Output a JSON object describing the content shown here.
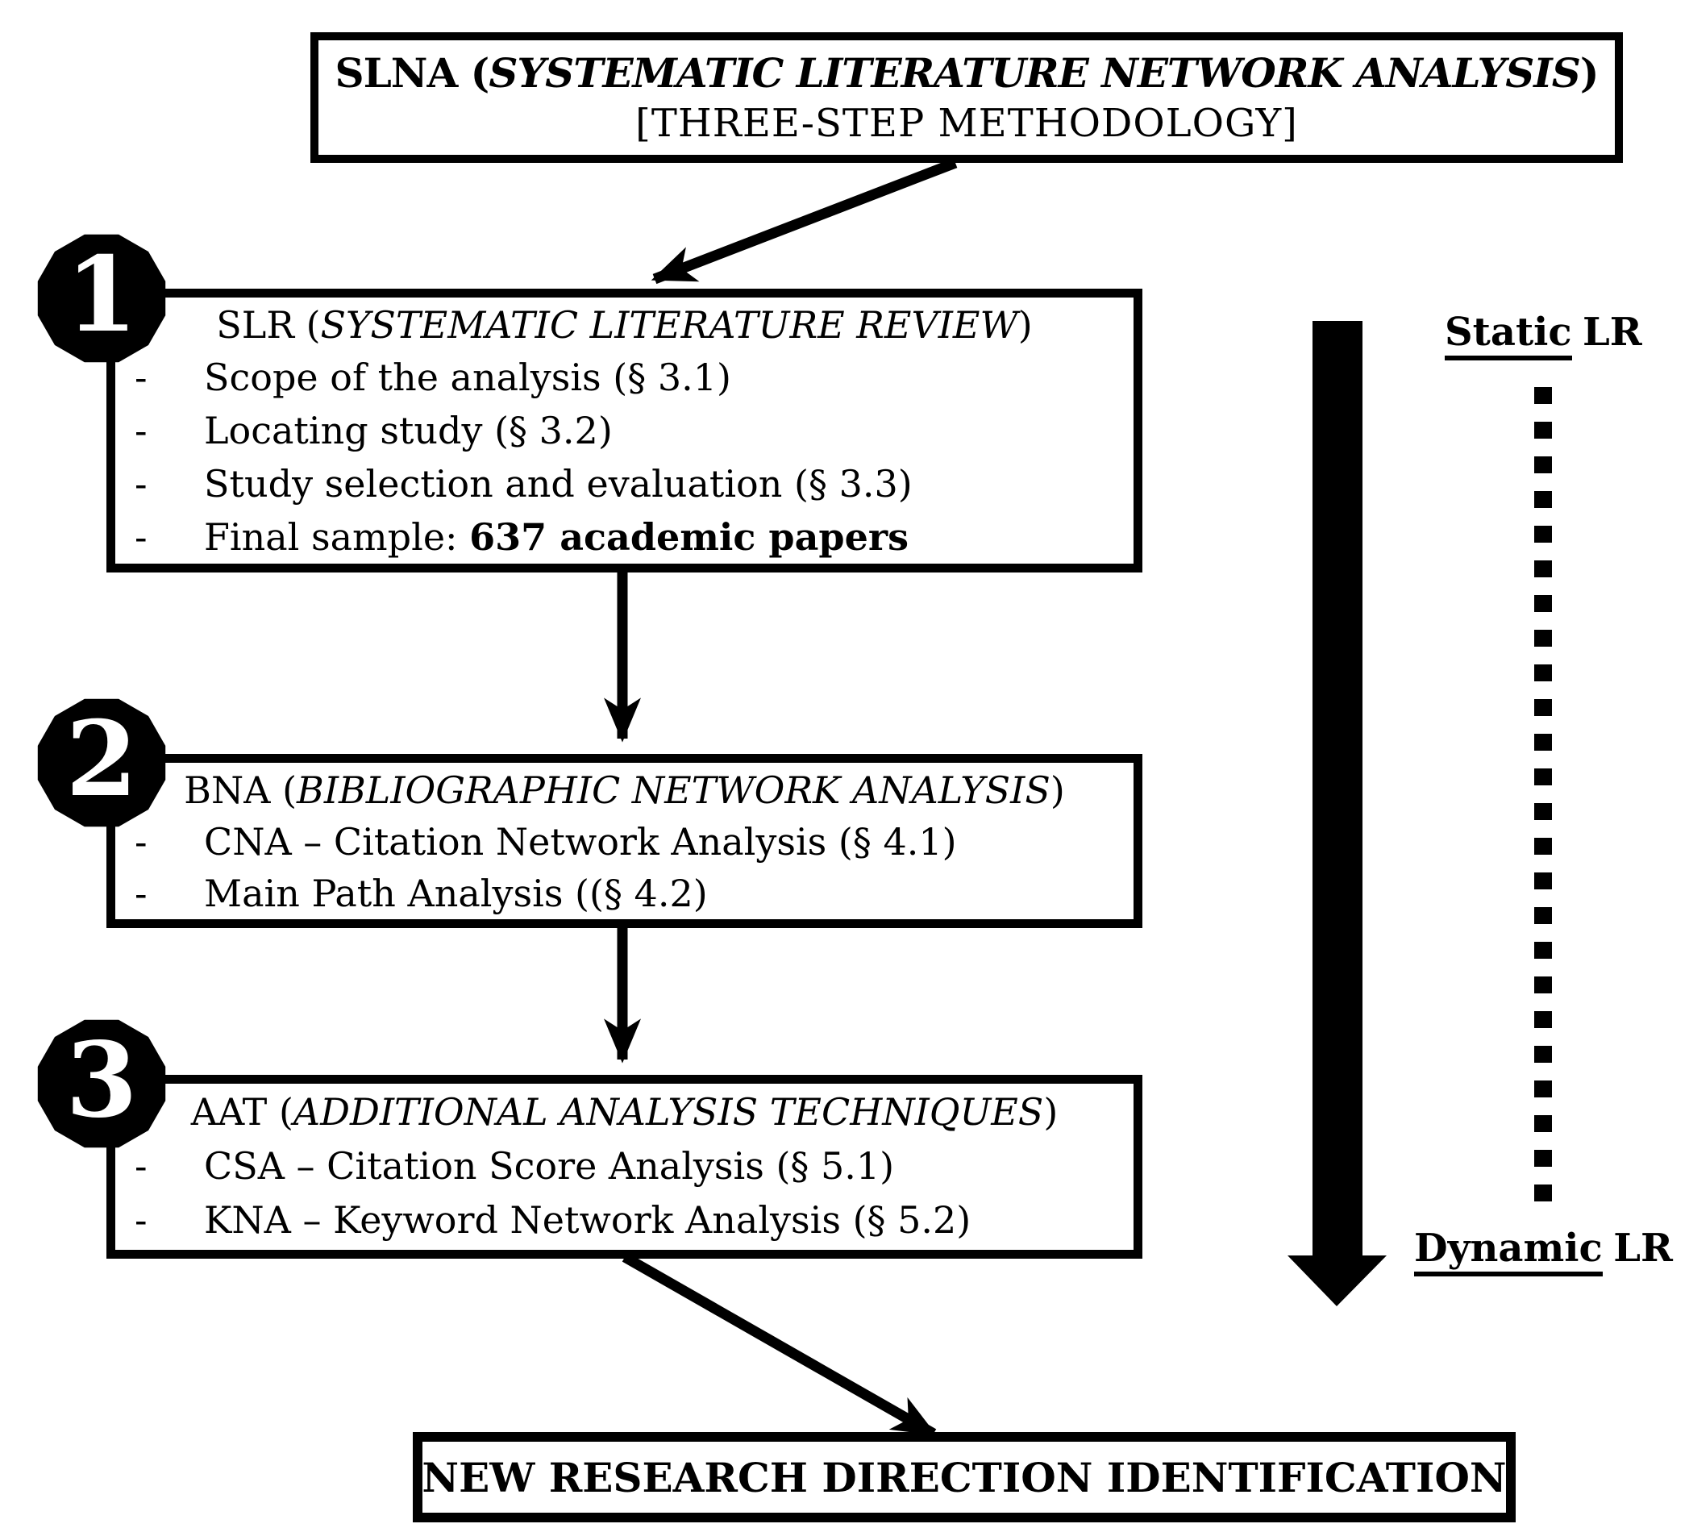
{
  "colors": {
    "ink": "#000000",
    "paper": "#ffffff",
    "badge_fill": "#000000",
    "badge_digit": "#ffffff"
  },
  "bullet_char": "-",
  "top_box": {
    "line1_pre": "SLNA (",
    "line1_italic": "SYSTEMATIC LITERATURE NETWORK ANALYSIS",
    "line1_post": ")",
    "line2": "[THREE-STEP METHODOLOGY]"
  },
  "steps": [
    {
      "number": "1",
      "title_pre": "SLR (",
      "title_italic": "SYSTEMATIC LITERATURE REVIEW",
      "title_post": ")",
      "items": [
        {
          "pre": "Scope of the analysis (§ 3.1)",
          "bold": ""
        },
        {
          "pre": "Locating study (§ 3.2)",
          "bold": ""
        },
        {
          "pre": "Study selection and evaluation (§ 3.3)",
          "bold": ""
        },
        {
          "pre": "Final sample: ",
          "bold": "637 academic papers"
        }
      ]
    },
    {
      "number": "2",
      "title_pre": "BNA (",
      "title_italic": "BIBLIOGRAPHIC NETWORK ANALYSIS",
      "title_post": ")",
      "items": [
        {
          "pre": "CNA – Citation Network Analysis (§ 4.1)",
          "bold": ""
        },
        {
          "pre": "Main Path Analysis ((§ 4.2)",
          "bold": ""
        }
      ]
    },
    {
      "number": "3",
      "title_pre": "AAT (",
      "title_italic": "ADDITIONAL ANALYSIS TECHNIQUES",
      "title_post": ")",
      "items": [
        {
          "pre": "CSA – Citation Score Analysis (§ 5.1)",
          "bold": ""
        },
        {
          "pre": "KNA – Keyword Network Analysis (§ 5.2)",
          "bold": ""
        }
      ]
    }
  ],
  "bottom_box": {
    "label": "NEW RESEARCH DIRECTION IDENTIFICATION"
  },
  "right_rail": {
    "top_label": {
      "underlined": "Static",
      "rest": "LR"
    },
    "bottom_label": {
      "underlined": "Dynamic",
      "rest": "LR"
    }
  }
}
